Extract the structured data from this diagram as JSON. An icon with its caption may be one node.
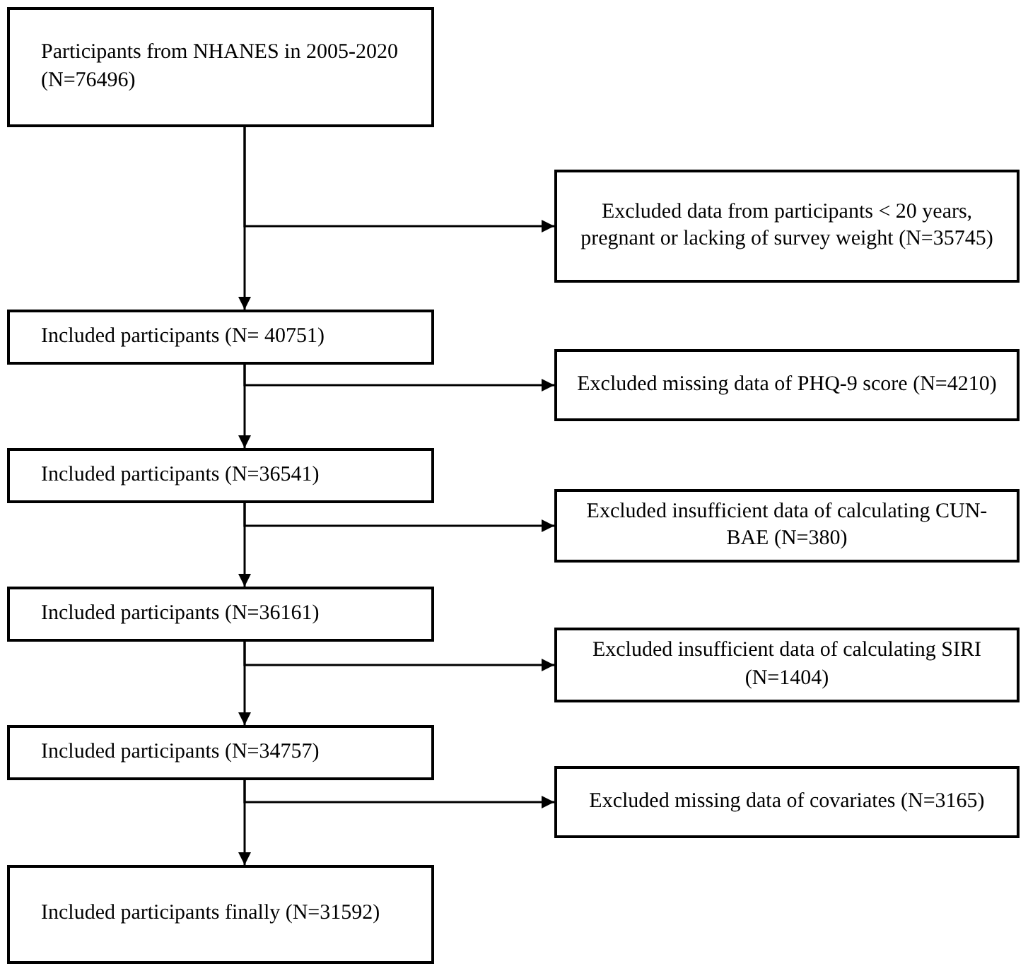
{
  "diagram": {
    "nodes": [
      {
        "text": [
          "Participants from NHANES in 2005-2020 (N=76496)"
        ]
      },
      {
        "text": [
          "Excluded data from participants < 20 years, pregnant or lacking of survey weight (N=35745)"
        ]
      },
      {
        "text": [
          "Included participants (N= 40751)"
        ]
      },
      {
        "text": [
          "Excluded missing data of PHQ-9 score (N=4210)"
        ]
      },
      {
        "text": [
          "Included participants (N=36541)"
        ]
      },
      {
        "text": [
          "Excluded insufficient data of calculating CUN-BAE (N=380)"
        ]
      },
      {
        "text": [
          "Included participants (N=36161)"
        ]
      },
      {
        "text": [
          "Excluded insufficient data of calculating SIRI (N=1404)"
        ]
      },
      {
        "text": [
          "Included participants (N=34757)"
        ]
      },
      {
        "text": [
          "Excluded missing data of covariates (N=3165)"
        ]
      },
      {
        "text": [
          "Included participants finally (N=31592)"
        ]
      }
    ],
    "edges": [
      {
        "from": 0,
        "to": 2,
        "arrow": "to"
      },
      {
        "from": 0,
        "to": 1,
        "arrow": "to"
      },
      {
        "from": 2,
        "to": 4,
        "arrow": "to"
      },
      {
        "from": 2,
        "to": 3,
        "arrow": "to"
      },
      {
        "from": 4,
        "to": 6,
        "arrow": "to"
      },
      {
        "from": 4,
        "to": 5,
        "arrow": "to"
      },
      {
        "from": 6,
        "to": 8,
        "arrow": "to"
      },
      {
        "from": 6,
        "to": 7,
        "arrow": "to"
      },
      {
        "from": 8,
        "to": 10,
        "arrow": "to"
      },
      {
        "from": 8,
        "to": 9,
        "arrow": "to"
      }
    ]
  }
}
